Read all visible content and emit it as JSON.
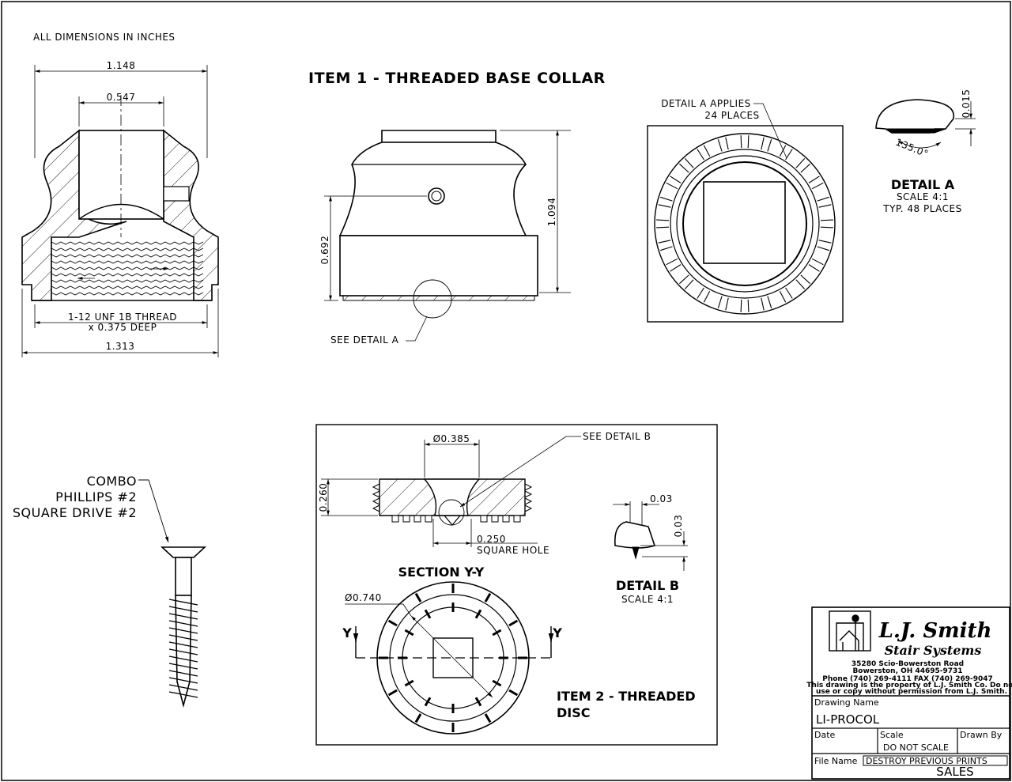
{
  "general_note": "ALL DIMENSIONS IN INCHES",
  "item1": {
    "title": "ITEM 1 - THREADED BASE COLLAR",
    "dims": {
      "top_width": "1.148",
      "bore_width": "0.547",
      "thread_line1": "1-12 UNF 1B THREAD",
      "thread_line2": "x 0.375 DEEP",
      "base_width": "1.313",
      "height": "1.094",
      "hole_height": "0.692"
    },
    "see_detail_a": "SEE DETAIL  A",
    "detail_a_applies_1": "DETAIL A APPLIES",
    "detail_a_applies_2": "24 PLACES",
    "detail_a": {
      "title": "DETAIL   A",
      "scale": "SCALE  4:1",
      "typ": "TYP. 48 PLACES",
      "height_dim": "0.015",
      "angle": "135.0°"
    }
  },
  "screw": {
    "line1": "COMBO",
    "line2": "PHILLIPS #2",
    "line3": "SQUARE DRIVE #2"
  },
  "item2": {
    "title_line1": "ITEM 2 - THREADED",
    "title_line2": "DISC",
    "bore_dia": "Ø0.385",
    "see_detail_b": "SEE DETAIL  B",
    "height": "0.260",
    "hole_dim": "0.250",
    "hole_label": "SQUARE HOLE",
    "section_title": "SECTION  Y-Y",
    "outer_dia": "Ø0.740",
    "section_mark": "Y",
    "detail_b": {
      "title": "DETAIL   B",
      "scale": "SCALE  4:1",
      "dim_w": "0.03",
      "dim_h": "0.03"
    }
  },
  "title_block": {
    "company_line1": "L.J. Smith",
    "company_line2": "Stair Systems",
    "address1": "35280 Scio-Bowerston Road",
    "address2": "Bowerston, OH  44695-9731",
    "phone": "Phone (740) 269-4111       FAX (740) 269-9047",
    "notice1": "This drawing is the property of L.J. Smith Co. Do not",
    "notice2": "use or copy without permission from L.J. Smith.",
    "drawing_name_label": "Drawing Name",
    "drawing_name": "LI-PROCOL",
    "date_label": "Date",
    "scale_label": "Scale",
    "scale_value": "DO NOT SCALE",
    "drawn_by_label": "Drawn By",
    "file_name_label": "File Name",
    "file_name_value": "DESTROY PREVIOUS PRINTS",
    "sales": "SALES"
  }
}
